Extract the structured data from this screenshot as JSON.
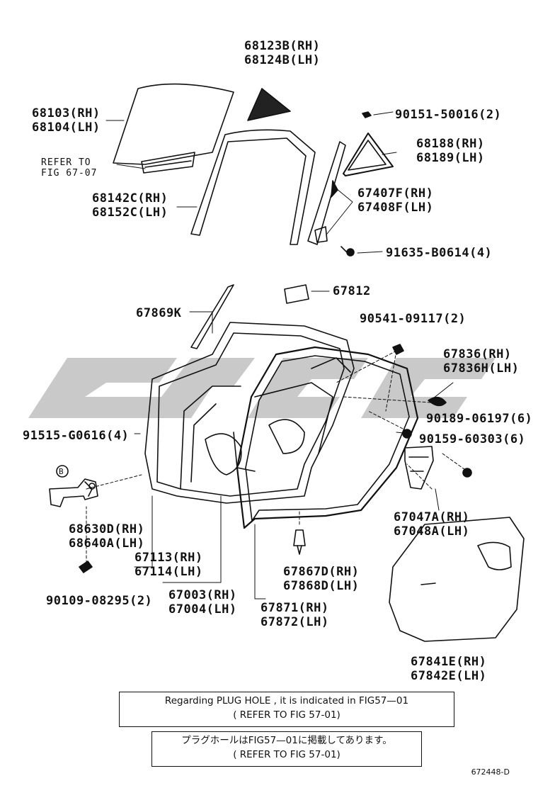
{
  "labels": {
    "l68123": [
      "68123B(RH)",
      "68124B(LH)"
    ],
    "l68103": [
      "68103(RH)",
      "68104(LH)"
    ],
    "refer": [
      "REFER TO",
      "FIG 67-07"
    ],
    "l90151": "90151-50016(2)",
    "l68188": [
      "68188(RH)",
      "68189(LH)"
    ],
    "l68142": [
      "68142C(RH)",
      "68152C(LH)"
    ],
    "l67407": [
      "67407F(RH)",
      "67408F(LH)"
    ],
    "l91635": "91635-B0614(4)",
    "l67812": "67812",
    "l67869": "67869K",
    "l90541": "90541-09117(2)",
    "l67836": [
      "67836(RH)",
      "67836H(LH)"
    ],
    "l90189": "90189-06197(6)",
    "l90159": "90159-60303(6)",
    "l91515": "91515-G0616(4)",
    "l67047": [
      "67047A(RH)",
      "67048A(LH)"
    ],
    "l68630": [
      "68630D(RH)",
      "68640A(LH)"
    ],
    "l67113": [
      "67113(RH)",
      "67114(LH)"
    ],
    "l67867": [
      "67867D(RH)",
      "67868D(LH)"
    ],
    "l90109": "90109-08295(2)",
    "l67003": [
      "67003(RH)",
      "67004(LH)"
    ],
    "l67871": [
      "67871(RH)",
      "67872(LH)"
    ],
    "l67841": [
      "67841E(RH)",
      "67842E(LH)"
    ],
    "circleB": "B"
  },
  "notes": {
    "english": [
      "Regarding PLUG HOLE , it is indicated in FIG57—01",
      "( REFER TO FIG 57-01)"
    ],
    "japanese": [
      "プラグホールはFIG57—01に掲載してあります。",
      "( REFER TO FIG 57-01)"
    ]
  },
  "figure_code": "672448-D",
  "colors": {
    "line": "#111111",
    "watermark": "#c9c9c9",
    "background": "#ffffff"
  }
}
